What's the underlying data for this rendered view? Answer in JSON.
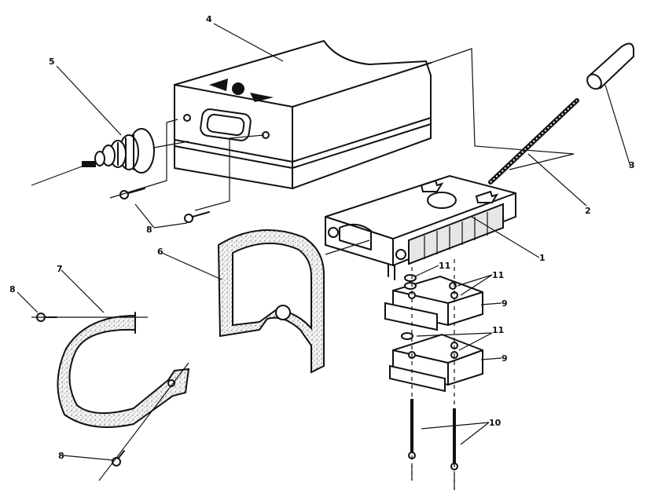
{
  "labels": {
    "l1": "1",
    "l2": "2",
    "l3": "3",
    "l4": "4",
    "l5": "5",
    "l6": "6",
    "l7": "7",
    "l8a": "8",
    "l8b": "8",
    "l8c": "8",
    "l9a": "9",
    "l9b": "9",
    "l10": "10",
    "l11a": "11",
    "l11b": "11",
    "l11c": "11"
  }
}
